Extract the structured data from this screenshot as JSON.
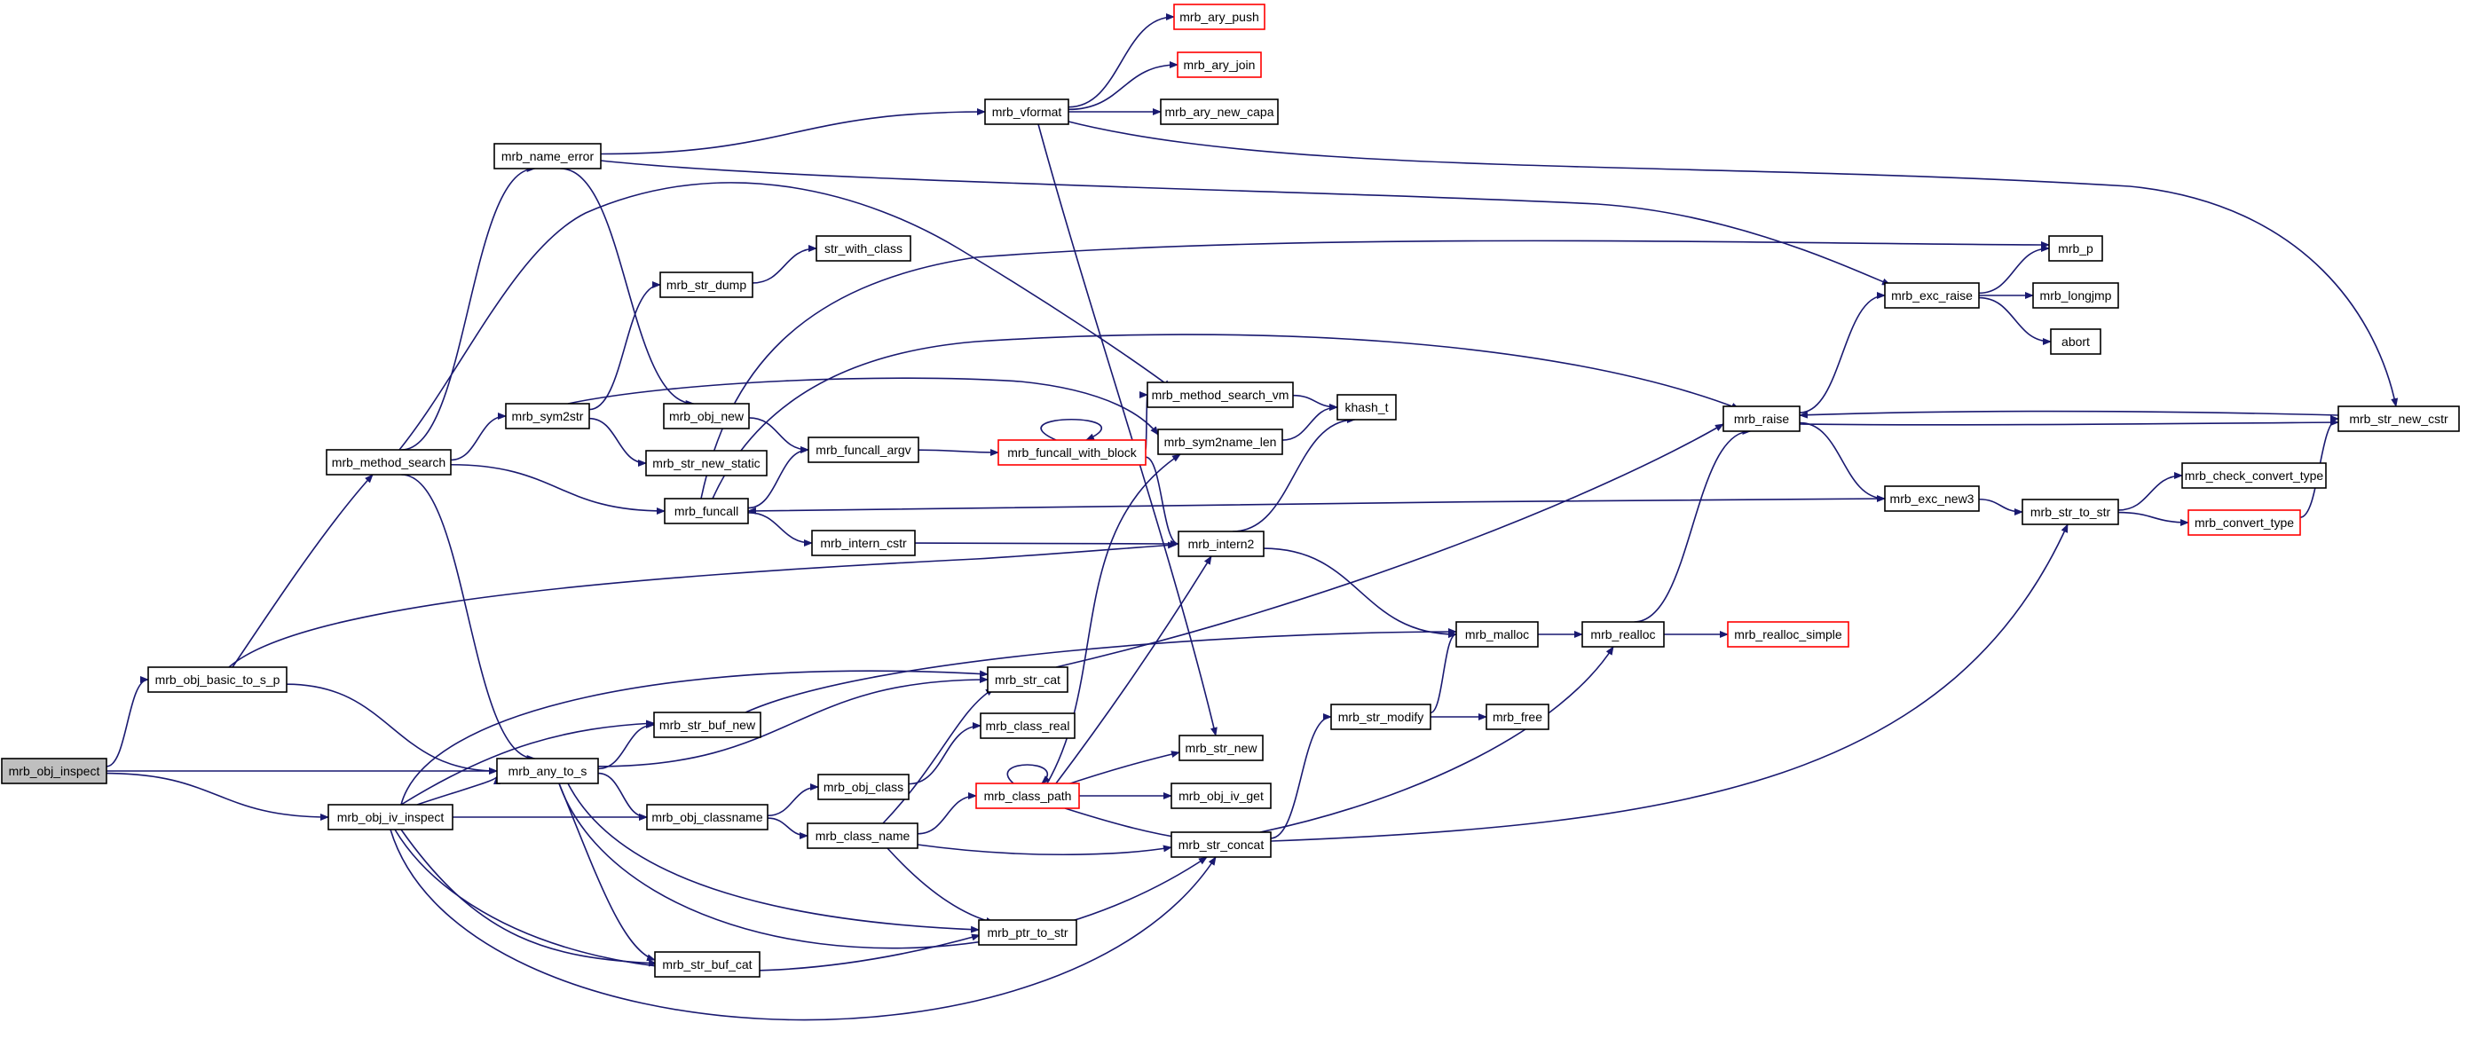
{
  "colors": {
    "edge": "#191970",
    "node_border": "#000000",
    "node_border_truncated": "#ff0000",
    "node_fill": "#ffffff",
    "root_fill": "#bfbfbf",
    "text": "#000000"
  },
  "nodes": [
    {
      "id": "mrb_obj_inspect",
      "label": "mrb_obj_inspect",
      "kind": "root"
    },
    {
      "id": "mrb_obj_basic_to_s_p",
      "label": "mrb_obj_basic_to_s_p",
      "kind": "normal"
    },
    {
      "id": "mrb_obj_iv_inspect",
      "label": "mrb_obj_iv_inspect",
      "kind": "normal"
    },
    {
      "id": "mrb_any_to_s",
      "label": "mrb_any_to_s",
      "kind": "normal"
    },
    {
      "id": "mrb_method_search",
      "label": "mrb_method_search",
      "kind": "normal"
    },
    {
      "id": "mrb_name_error",
      "label": "mrb_name_error",
      "kind": "normal"
    },
    {
      "id": "mrb_sym2str",
      "label": "mrb_sym2str",
      "kind": "normal"
    },
    {
      "id": "mrb_str_dump",
      "label": "mrb_str_dump",
      "kind": "normal"
    },
    {
      "id": "str_with_class",
      "label": "str_with_class",
      "kind": "normal"
    },
    {
      "id": "mrb_obj_new",
      "label": "mrb_obj_new",
      "kind": "normal"
    },
    {
      "id": "mrb_str_new_static",
      "label": "mrb_str_new_static",
      "kind": "normal"
    },
    {
      "id": "mrb_funcall",
      "label": "mrb_funcall",
      "kind": "normal"
    },
    {
      "id": "mrb_funcall_argv",
      "label": "mrb_funcall_argv",
      "kind": "normal"
    },
    {
      "id": "mrb_funcall_with_block",
      "label": "mrb_funcall_with_block",
      "kind": "truncated"
    },
    {
      "id": "mrb_intern_cstr",
      "label": "mrb_intern_cstr",
      "kind": "normal"
    },
    {
      "id": "mrb_vformat",
      "label": "mrb_vformat",
      "kind": "normal"
    },
    {
      "id": "mrb_ary_push",
      "label": "mrb_ary_push",
      "kind": "truncated"
    },
    {
      "id": "mrb_ary_join",
      "label": "mrb_ary_join",
      "kind": "truncated"
    },
    {
      "id": "mrb_ary_new_capa",
      "label": "mrb_ary_new_capa",
      "kind": "normal"
    },
    {
      "id": "mrb_method_search_vm",
      "label": "mrb_method_search_vm",
      "kind": "normal"
    },
    {
      "id": "mrb_sym2name_len",
      "label": "mrb_sym2name_len",
      "kind": "normal"
    },
    {
      "id": "khash_t",
      "label": "khash_t",
      "kind": "normal"
    },
    {
      "id": "mrb_intern2",
      "label": "mrb_intern2",
      "kind": "normal"
    },
    {
      "id": "mrb_str_buf_new",
      "label": "mrb_str_buf_new",
      "kind": "normal"
    },
    {
      "id": "mrb_str_cat",
      "label": "mrb_str_cat",
      "kind": "normal"
    },
    {
      "id": "mrb_class_real",
      "label": "mrb_class_real",
      "kind": "normal"
    },
    {
      "id": "mrb_obj_classname",
      "label": "mrb_obj_classname",
      "kind": "normal"
    },
    {
      "id": "mrb_obj_class",
      "label": "mrb_obj_class",
      "kind": "normal"
    },
    {
      "id": "mrb_class_name",
      "label": "mrb_class_name",
      "kind": "normal"
    },
    {
      "id": "mrb_class_path",
      "label": "mrb_class_path",
      "kind": "truncated"
    },
    {
      "id": "mrb_str_new",
      "label": "mrb_str_new",
      "kind": "normal"
    },
    {
      "id": "mrb_obj_iv_get",
      "label": "mrb_obj_iv_get",
      "kind": "normal"
    },
    {
      "id": "mrb_str_concat",
      "label": "mrb_str_concat",
      "kind": "normal"
    },
    {
      "id": "mrb_ptr_to_str",
      "label": "mrb_ptr_to_str",
      "kind": "normal"
    },
    {
      "id": "mrb_str_buf_cat",
      "label": "mrb_str_buf_cat",
      "kind": "normal"
    },
    {
      "id": "mrb_malloc",
      "label": "mrb_malloc",
      "kind": "normal"
    },
    {
      "id": "mrb_realloc",
      "label": "mrb_realloc",
      "kind": "normal"
    },
    {
      "id": "mrb_realloc_simple",
      "label": "mrb_realloc_simple",
      "kind": "truncated"
    },
    {
      "id": "mrb_str_modify",
      "label": "mrb_str_modify",
      "kind": "normal"
    },
    {
      "id": "mrb_free",
      "label": "mrb_free",
      "kind": "normal"
    },
    {
      "id": "mrb_raise",
      "label": "mrb_raise",
      "kind": "normal"
    },
    {
      "id": "mrb_exc_raise",
      "label": "mrb_exc_raise",
      "kind": "normal"
    },
    {
      "id": "mrb_p",
      "label": "mrb_p",
      "kind": "normal"
    },
    {
      "id": "mrb_longjmp",
      "label": "mrb_longjmp",
      "kind": "normal"
    },
    {
      "id": "abort",
      "label": "abort",
      "kind": "normal"
    },
    {
      "id": "mrb_exc_new3",
      "label": "mrb_exc_new3",
      "kind": "normal"
    },
    {
      "id": "mrb_str_to_str",
      "label": "mrb_str_to_str",
      "kind": "normal"
    },
    {
      "id": "mrb_check_convert_type",
      "label": "mrb_check_convert_type",
      "kind": "normal"
    },
    {
      "id": "mrb_convert_type",
      "label": "mrb_convert_type",
      "kind": "truncated"
    },
    {
      "id": "mrb_str_new_cstr",
      "label": "mrb_str_new_cstr",
      "kind": "normal"
    }
  ],
  "edges": [
    [
      "mrb_obj_inspect",
      "mrb_obj_basic_to_s_p"
    ],
    [
      "mrb_obj_inspect",
      "mrb_any_to_s"
    ],
    [
      "mrb_obj_inspect",
      "mrb_obj_iv_inspect"
    ],
    [
      "mrb_obj_basic_to_s_p",
      "mrb_method_search"
    ],
    [
      "mrb_obj_basic_to_s_p",
      "mrb_intern2"
    ],
    [
      "mrb_obj_basic_to_s_p",
      "mrb_any_to_s"
    ],
    [
      "mrb_method_search",
      "mrb_name_error"
    ],
    [
      "mrb_method_search",
      "mrb_sym2str"
    ],
    [
      "mrb_method_search",
      "mrb_method_search_vm"
    ],
    [
      "mrb_method_search",
      "mrb_funcall"
    ],
    [
      "mrb_method_search",
      "mrb_any_to_s"
    ],
    [
      "mrb_name_error",
      "mrb_vformat"
    ],
    [
      "mrb_name_error",
      "mrb_exc_raise"
    ],
    [
      "mrb_name_error",
      "mrb_obj_new"
    ],
    [
      "mrb_sym2str",
      "mrb_str_dump"
    ],
    [
      "mrb_sym2str",
      "mrb_str_new_static"
    ],
    [
      "mrb_sym2str",
      "mrb_sym2name_len"
    ],
    [
      "mrb_str_dump",
      "str_with_class"
    ],
    [
      "mrb_obj_new",
      "mrb_funcall_argv"
    ],
    [
      "mrb_funcall",
      "mrb_funcall_argv"
    ],
    [
      "mrb_funcall",
      "mrb_intern_cstr"
    ],
    [
      "mrb_funcall",
      "mrb_raise"
    ],
    [
      "mrb_funcall",
      "mrb_p"
    ],
    [
      "mrb_funcall_argv",
      "mrb_funcall_with_block"
    ],
    [
      "mrb_funcall_with_block",
      "mrb_funcall_with_block"
    ],
    [
      "mrb_funcall_with_block",
      "mrb_method_search_vm"
    ],
    [
      "mrb_funcall_with_block",
      "mrb_intern2"
    ],
    [
      "mrb_intern_cstr",
      "mrb_intern2"
    ],
    [
      "mrb_vformat",
      "mrb_ary_push"
    ],
    [
      "mrb_vformat",
      "mrb_ary_join"
    ],
    [
      "mrb_vformat",
      "mrb_ary_new_capa"
    ],
    [
      "mrb_vformat",
      "mrb_str_new"
    ],
    [
      "mrb_vformat",
      "mrb_str_new_cstr"
    ],
    [
      "mrb_method_search_vm",
      "khash_t"
    ],
    [
      "mrb_sym2name_len",
      "khash_t"
    ],
    [
      "mrb_intern2",
      "khash_t"
    ],
    [
      "mrb_intern2",
      "mrb_malloc"
    ],
    [
      "mrb_any_to_s",
      "mrb_str_buf_new"
    ],
    [
      "mrb_any_to_s",
      "mrb_str_cat"
    ],
    [
      "mrb_any_to_s",
      "mrb_obj_classname"
    ],
    [
      "mrb_any_to_s",
      "mrb_ptr_to_str"
    ],
    [
      "mrb_any_to_s",
      "mrb_str_buf_cat"
    ],
    [
      "mrb_any_to_s",
      "mrb_str_concat"
    ],
    [
      "mrb_obj_iv_inspect",
      "mrb_any_to_s"
    ],
    [
      "mrb_obj_iv_inspect",
      "mrb_str_buf_new"
    ],
    [
      "mrb_obj_iv_inspect",
      "mrb_str_cat"
    ],
    [
      "mrb_obj_iv_inspect",
      "mrb_obj_classname"
    ],
    [
      "mrb_obj_iv_inspect",
      "mrb_str_buf_cat"
    ],
    [
      "mrb_obj_iv_inspect",
      "mrb_ptr_to_str"
    ],
    [
      "mrb_obj_iv_inspect",
      "mrb_str_concat"
    ],
    [
      "mrb_str_buf_new",
      "mrb_malloc"
    ],
    [
      "mrb_str_cat",
      "mrb_raise"
    ],
    [
      "mrb_obj_classname",
      "mrb_obj_class"
    ],
    [
      "mrb_obj_classname",
      "mrb_class_name"
    ],
    [
      "mrb_obj_class",
      "mrb_class_real"
    ],
    [
      "mrb_class_name",
      "mrb_class_path"
    ],
    [
      "mrb_class_name",
      "mrb_str_cat"
    ],
    [
      "mrb_class_name",
      "mrb_str_concat"
    ],
    [
      "mrb_class_name",
      "mrb_ptr_to_str"
    ],
    [
      "mrb_class_path",
      "mrb_class_path"
    ],
    [
      "mrb_class_path",
      "mrb_sym2name_len"
    ],
    [
      "mrb_class_path",
      "mrb_intern2"
    ],
    [
      "mrb_class_path",
      "mrb_str_new"
    ],
    [
      "mrb_class_path",
      "mrb_obj_iv_get"
    ],
    [
      "mrb_class_path",
      "mrb_str_concat"
    ],
    [
      "mrb_str_concat",
      "mrb_str_modify"
    ],
    [
      "mrb_str_concat",
      "mrb_realloc"
    ],
    [
      "mrb_str_concat",
      "mrb_str_to_str"
    ],
    [
      "mrb_str_modify",
      "mrb_malloc"
    ],
    [
      "mrb_str_modify",
      "mrb_free"
    ],
    [
      "mrb_malloc",
      "mrb_realloc"
    ],
    [
      "mrb_realloc",
      "mrb_realloc_simple"
    ],
    [
      "mrb_realloc",
      "mrb_raise"
    ],
    [
      "mrb_raise",
      "mrb_exc_raise"
    ],
    [
      "mrb_raise",
      "mrb_exc_new3"
    ],
    [
      "mrb_raise",
      "mrb_str_new_cstr"
    ],
    [
      "mrb_exc_raise",
      "mrb_p"
    ],
    [
      "mrb_exc_raise",
      "mrb_longjmp"
    ],
    [
      "mrb_exc_raise",
      "abort"
    ],
    [
      "mrb_exc_new3",
      "mrb_funcall"
    ],
    [
      "mrb_exc_new3",
      "mrb_str_to_str"
    ],
    [
      "mrb_str_to_str",
      "mrb_check_convert_type"
    ],
    [
      "mrb_str_to_str",
      "mrb_convert_type"
    ],
    [
      "mrb_convert_type",
      "mrb_str_new_cstr"
    ],
    [
      "mrb_str_new_cstr",
      "mrb_raise"
    ]
  ]
}
